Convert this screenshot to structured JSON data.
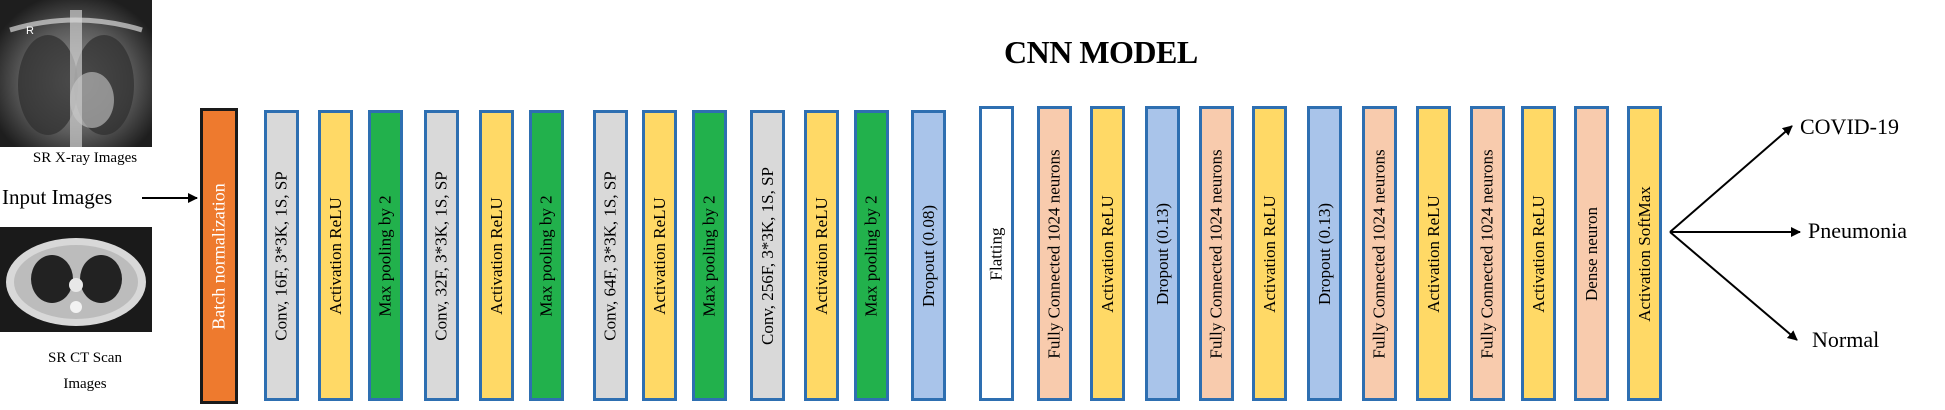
{
  "title": "CNN MODEL",
  "input": {
    "label": "Input Images",
    "xray_caption": "SR X-ray Images",
    "ct_caption_line1": "SR CT Scan",
    "ct_caption_line2": "Images"
  },
  "layers": [
    {
      "label": "Batch normalization",
      "color": "#ee7a2e"
    },
    {
      "label": "Conv, 16F, 3*3K, 1S, SP",
      "color": "#d9d9d9"
    },
    {
      "label": "Activation ReLU",
      "color": "#ffd966"
    },
    {
      "label": "Max pooling by 2",
      "color": "#22b14c"
    },
    {
      "label": "Conv, 32F, 3*3K, 1S, SP",
      "color": "#d9d9d9"
    },
    {
      "label": "Activation ReLU",
      "color": "#ffd966"
    },
    {
      "label": "Max pooling by 2",
      "color": "#22b14c"
    },
    {
      "label": "Conv, 64F, 3*3K, 1S, SP",
      "color": "#d9d9d9"
    },
    {
      "label": "Activation ReLU",
      "color": "#ffd966"
    },
    {
      "label": "Max pooling by 2",
      "color": "#22b14c"
    },
    {
      "label": "Conv, 256F, 3*3K, 1S, SP",
      "color": "#d9d9d9"
    },
    {
      "label": "Activation ReLU",
      "color": "#ffd966"
    },
    {
      "label": "Max pooling by 2",
      "color": "#22b14c"
    },
    {
      "label": "Dropout (0.08)",
      "color": "#a9c4ea"
    },
    {
      "label": "Flatting",
      "color": "#ffffff"
    },
    {
      "label": "Fully Connected 1024 neurons",
      "color": "#f8cbad"
    },
    {
      "label": "Activation ReLU",
      "color": "#ffd966"
    },
    {
      "label": "Dropout (0.13)",
      "color": "#a9c4ea"
    },
    {
      "label": "Fully Connected 1024 neurons",
      "color": "#f8cbad"
    },
    {
      "label": "Activation ReLU",
      "color": "#ffd966"
    },
    {
      "label": "Dropout (0.13)",
      "color": "#a9c4ea"
    },
    {
      "label": "Fully Connected 1024 neurons",
      "color": "#f8cbad"
    },
    {
      "label": "Activation ReLU",
      "color": "#ffd966"
    },
    {
      "label": "Fully Connected 1024 neurons",
      "color": "#f8cbad"
    },
    {
      "label": "Activation ReLU",
      "color": "#ffd966"
    },
    {
      "label": "Dense neuron",
      "color": "#f8cbad"
    },
    {
      "label": "Activation SoftMax",
      "color": "#ffd966"
    }
  ],
  "outputs": [
    "COVID-19",
    "Pneumonia",
    "Normal"
  ]
}
